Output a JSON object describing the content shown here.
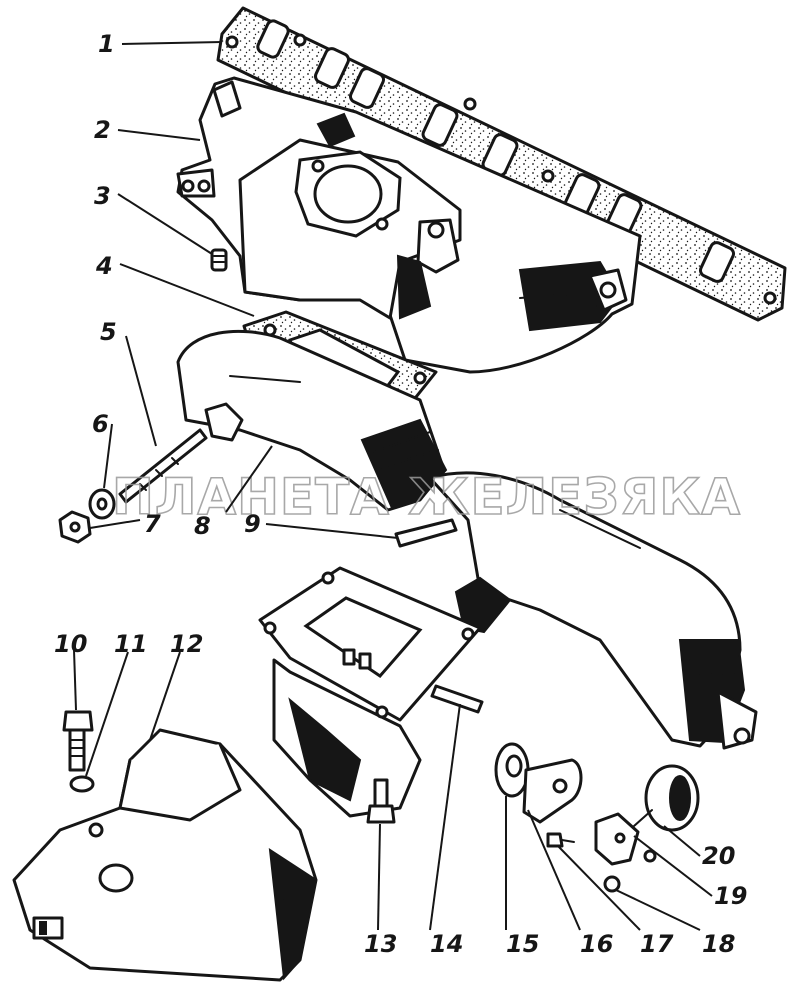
{
  "watermark": "ПЛАНЕТА ЖЕЛЕЗЯКА",
  "callouts": [
    {
      "label": "1"
    },
    {
      "label": "2"
    },
    {
      "label": "3"
    },
    {
      "label": "4"
    },
    {
      "label": "5"
    },
    {
      "label": "6"
    },
    {
      "label": "7"
    },
    {
      "label": "8"
    },
    {
      "label": "9"
    },
    {
      "label": "10"
    },
    {
      "label": "11"
    },
    {
      "label": "12"
    },
    {
      "label": "13"
    },
    {
      "label": "14"
    },
    {
      "label": "15"
    },
    {
      "label": "16"
    },
    {
      "label": "17"
    },
    {
      "label": "18"
    },
    {
      "label": "19"
    },
    {
      "label": "20"
    }
  ],
  "colors": {
    "ink": "#161616",
    "paper": "#ffffff",
    "watermark": "#9a9a9a"
  }
}
